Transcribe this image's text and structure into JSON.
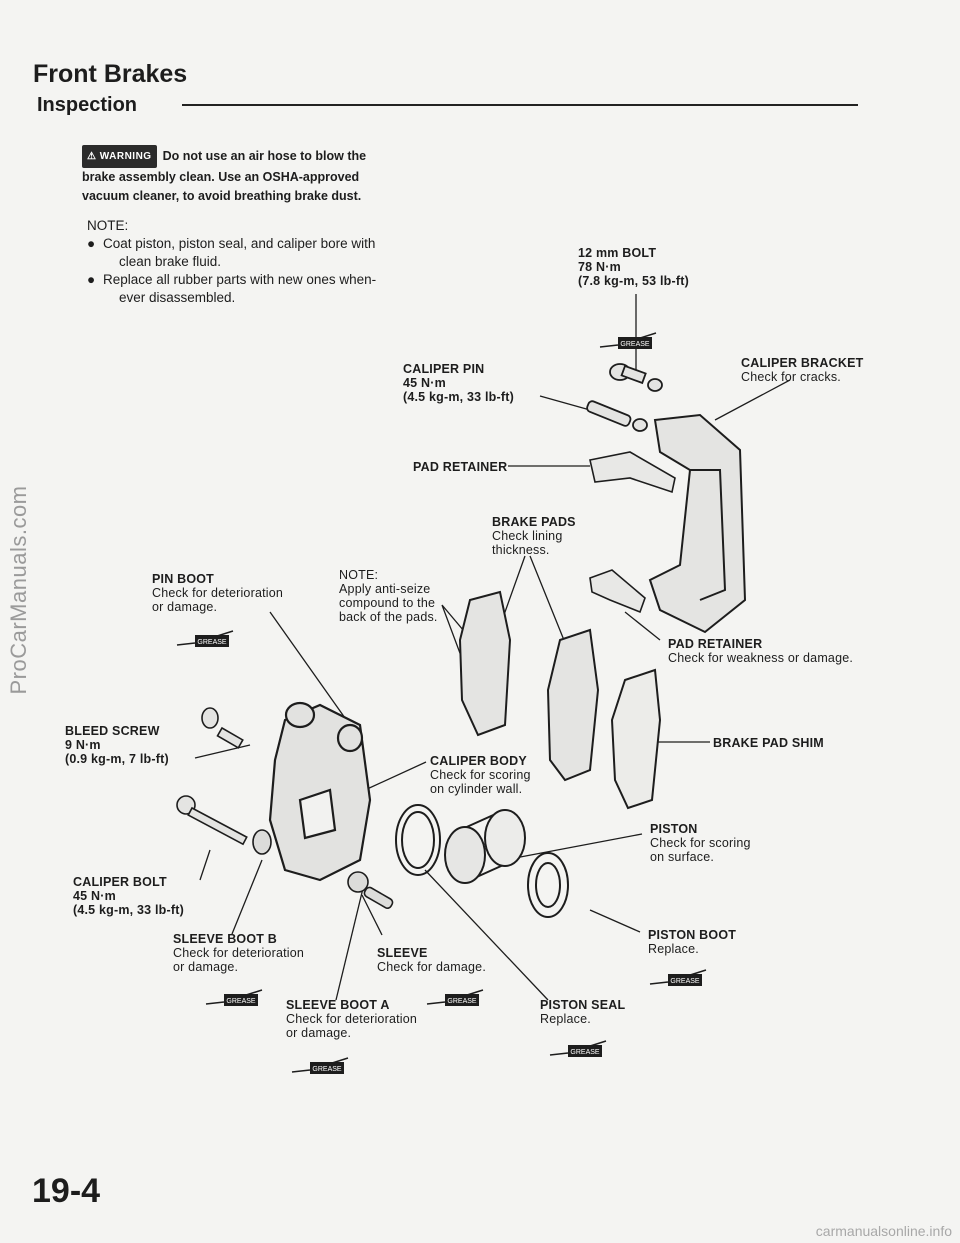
{
  "page": {
    "title": "Front Brakes",
    "section": "Inspection",
    "page_number": "19-4",
    "watermark": "ProCarManuals.com",
    "footer_url": "carmanualsonline.info"
  },
  "warning": {
    "badge": "WARNING",
    "line1": "Do not use an air hose to blow the",
    "line2": "brake assembly clean. Use an OSHA-approved",
    "line3": "vacuum cleaner, to avoid breathing brake dust."
  },
  "note": {
    "heading": "NOTE:",
    "b1_l1": "Coat piston, piston seal, and caliper bore with",
    "b1_l2": "clean brake fluid.",
    "b2_l1": "Replace all rubber parts with new ones when-",
    "b2_l2": "ever disassembled."
  },
  "grease_label": "GREASE",
  "labels": {
    "bolt12": {
      "t": "12 mm BOLT",
      "s1": "78 N·m",
      "s2": "(7.8 kg-m, 53 lb-ft)"
    },
    "caliper_pin": {
      "t": "CALIPER PIN",
      "s1": "45 N·m",
      "s2": "(4.5 kg-m, 33 lb-ft)"
    },
    "caliper_bracket": {
      "t": "CALIPER BRACKET",
      "s1": "Check for cracks."
    },
    "pad_retainer_top": {
      "t": "PAD RETAINER"
    },
    "brake_pads": {
      "t": "BRAKE PADS",
      "s1": "Check lining",
      "s2": "thickness."
    },
    "pin_boot": {
      "t": "PIN BOOT",
      "s1": "Check for deterioration",
      "s2": "or damage."
    },
    "note_pads": {
      "s0": "NOTE:",
      "s1": "Apply anti-seize",
      "s2": "compound to the",
      "s3": "back of the pads."
    },
    "pad_retainer_bottom": {
      "t": "PAD RETAINER",
      "s1": "Check for weakness or damage."
    },
    "bleed_screw": {
      "t": "BLEED SCREW",
      "s1": "9 N·m",
      "s2": "(0.9 kg-m, 7 lb-ft)"
    },
    "brake_pad_shim": {
      "t": "BRAKE PAD SHIM"
    },
    "caliper_body": {
      "t": "CALIPER BODY",
      "s1": "Check for scoring",
      "s2": "on cylinder wall."
    },
    "piston": {
      "t": "PISTON",
      "s1": "Check for scoring",
      "s2": "on surface."
    },
    "caliper_bolt": {
      "t": "CALIPER BOLT",
      "s1": "45 N·m",
      "s2": "(4.5 kg-m, 33 lb-ft)"
    },
    "sleeve_boot_b": {
      "t": "SLEEVE BOOT B",
      "s1": "Check for deterioration",
      "s2": "or damage."
    },
    "sleeve": {
      "t": "SLEEVE",
      "s1": "Check for damage."
    },
    "piston_boot": {
      "t": "PISTON BOOT",
      "s1": "Replace."
    },
    "sleeve_boot_a": {
      "t": "SLEEVE BOOT A",
      "s1": "Check for deterioration",
      "s2": "or damage."
    },
    "piston_seal": {
      "t": "PISTON SEAL",
      "s1": "Replace."
    }
  }
}
